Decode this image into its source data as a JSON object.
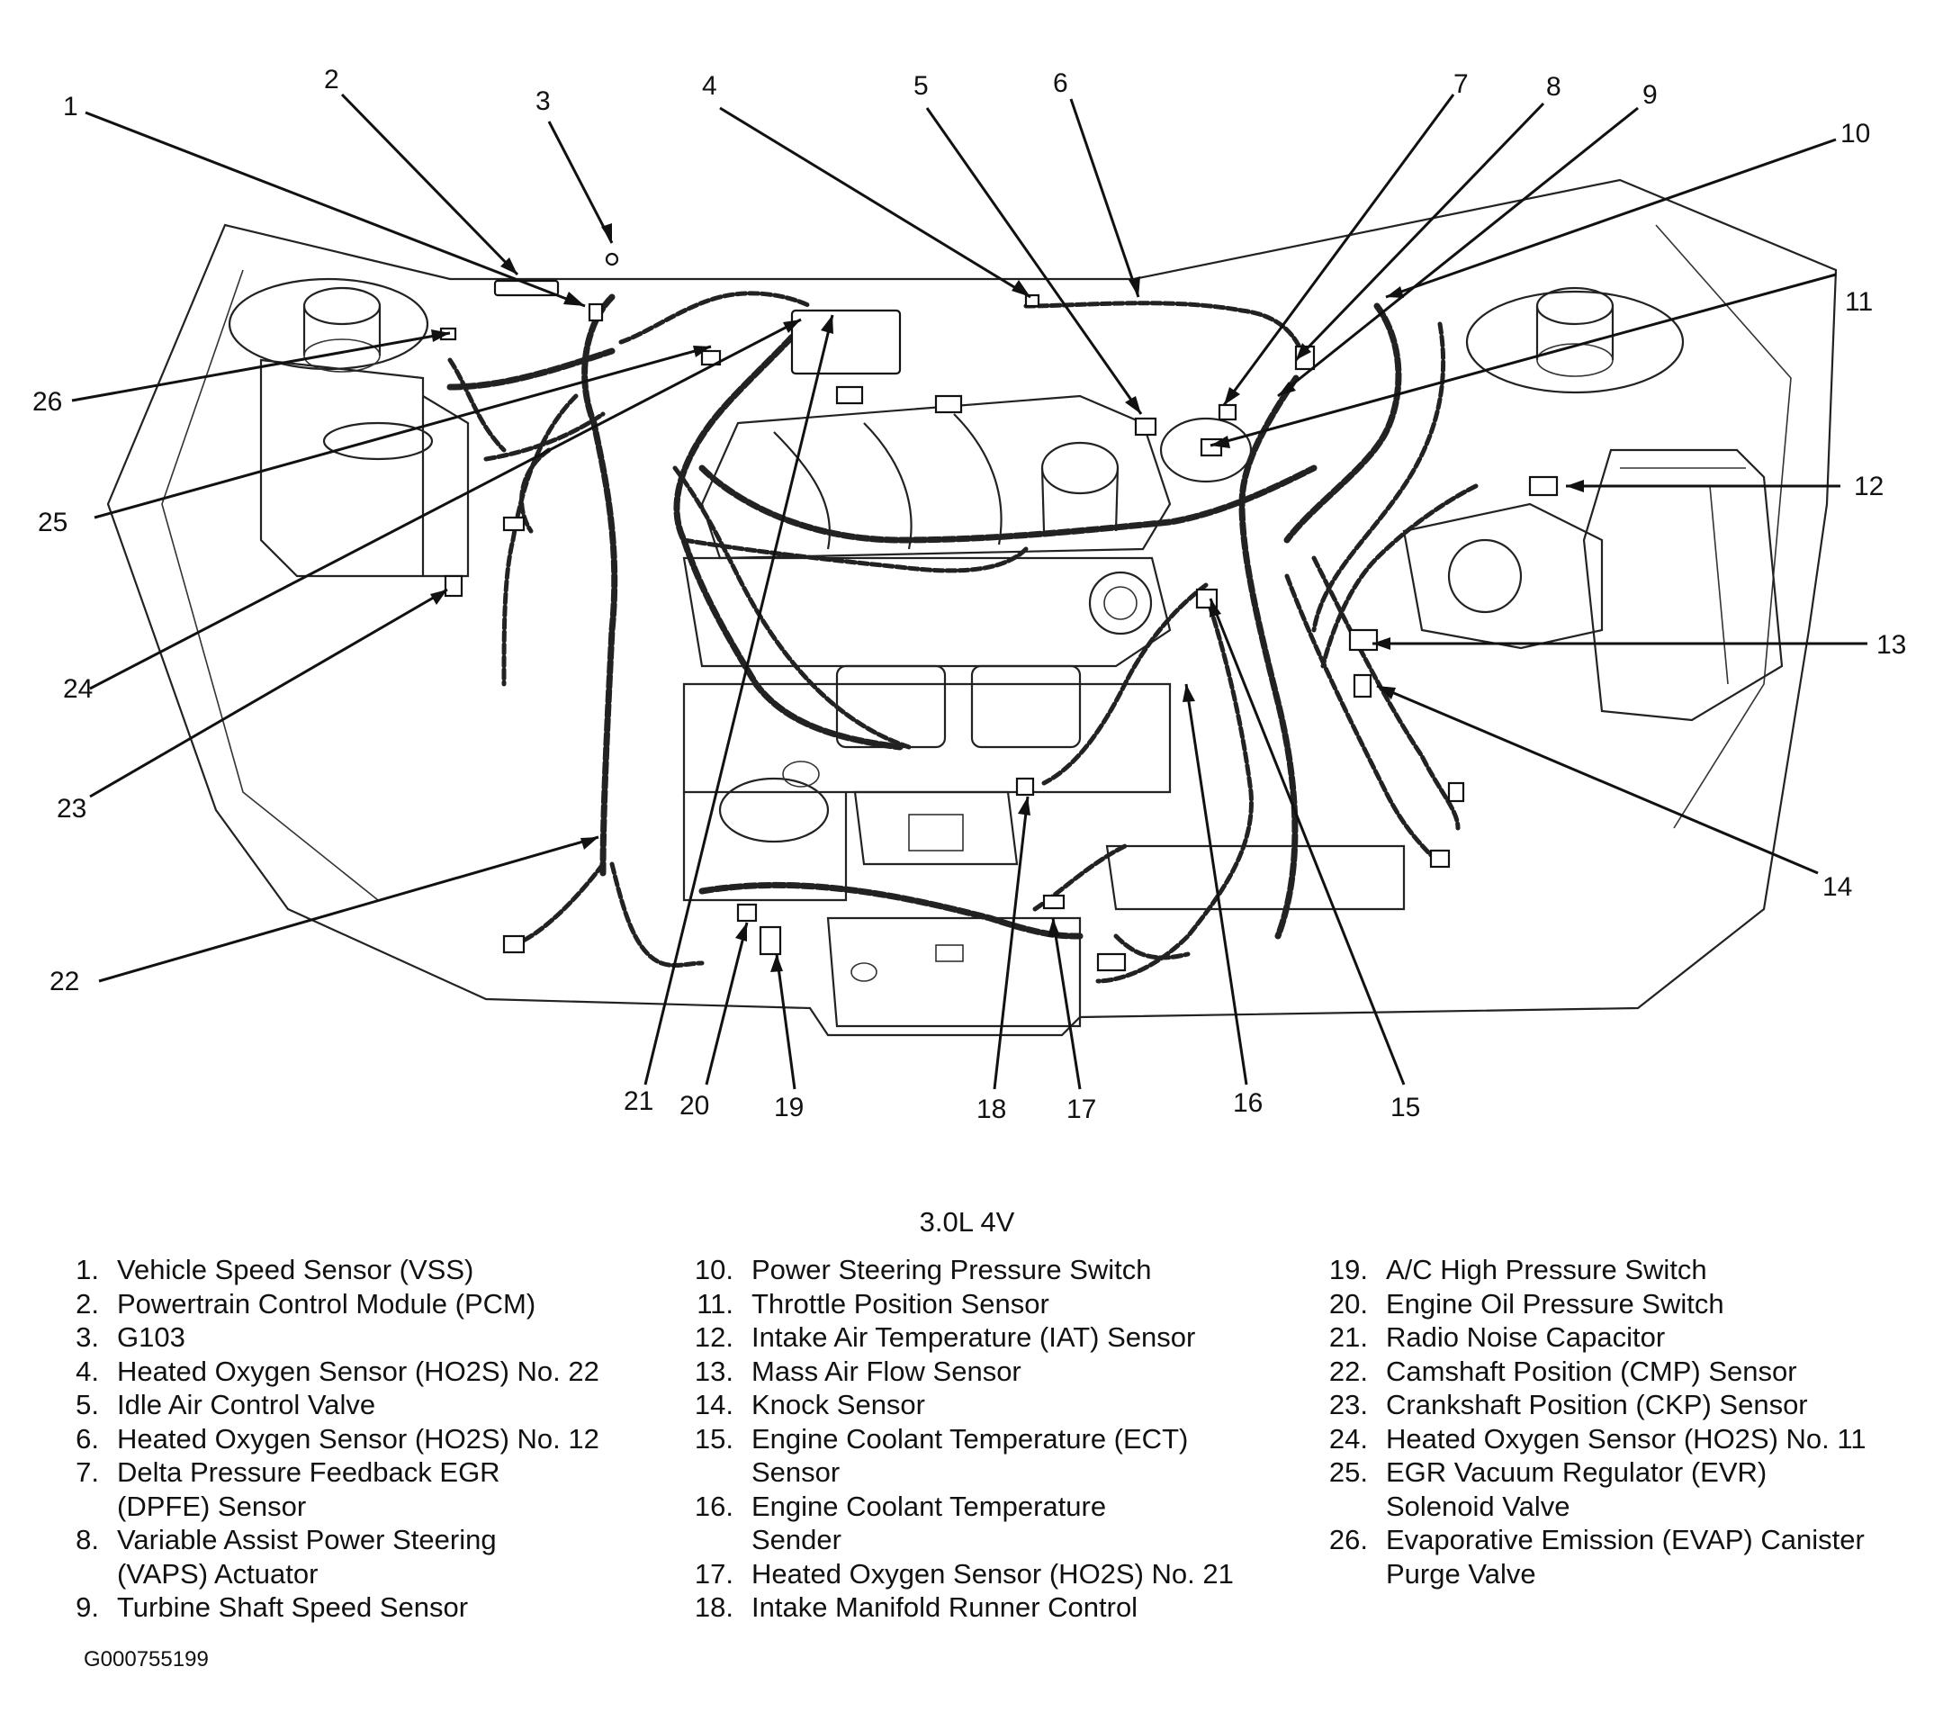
{
  "engine_title": "3.0L 4V",
  "figure_code": "G000755199",
  "callouts": [
    "1",
    "2",
    "3",
    "4",
    "5",
    "6",
    "7",
    "8",
    "9",
    "10",
    "11",
    "12",
    "13",
    "14",
    "15",
    "16",
    "17",
    "18",
    "19",
    "20",
    "21",
    "22",
    "23",
    "24",
    "25",
    "26"
  ],
  "legend": [
    {
      "num": "1.",
      "text": "Vehicle Speed Sensor (VSS)"
    },
    {
      "num": "2.",
      "text": "Powertrain Control Module (PCM)"
    },
    {
      "num": "3.",
      "text": "G103"
    },
    {
      "num": "4.",
      "text": "Heated Oxygen Sensor (HO2S) No. 22"
    },
    {
      "num": "5.",
      "text": "Idle Air Control Valve"
    },
    {
      "num": "6.",
      "text": "Heated Oxygen Sensor (HO2S) No. 12"
    },
    {
      "num": "7.",
      "text": "Delta Pressure Feedback EGR\n(DPFE) Sensor"
    },
    {
      "num": "8.",
      "text": "Variable Assist Power Steering\n(VAPS) Actuator"
    },
    {
      "num": "9.",
      "text": "Turbine Shaft Speed Sensor"
    },
    {
      "num": "10.",
      "text": "Power Steering Pressure Switch"
    },
    {
      "num": "11.",
      "text": "Throttle Position Sensor"
    },
    {
      "num": "12.",
      "text": "Intake Air Temperature (IAT) Sensor"
    },
    {
      "num": "13.",
      "text": "Mass Air Flow Sensor"
    },
    {
      "num": "14.",
      "text": "Knock Sensor"
    },
    {
      "num": "15.",
      "text": "Engine Coolant Temperature (ECT)\nSensor"
    },
    {
      "num": "16.",
      "text": "Engine Coolant Temperature\nSender"
    },
    {
      "num": "17.",
      "text": "Heated Oxygen Sensor (HO2S) No. 21"
    },
    {
      "num": "18.",
      "text": "Intake Manifold Runner Control"
    },
    {
      "num": "19.",
      "text": "A/C High Pressure Switch"
    },
    {
      "num": "20.",
      "text": "Engine Oil Pressure Switch"
    },
    {
      "num": "21.",
      "text": "Radio Noise Capacitor"
    },
    {
      "num": "22.",
      "text": "Camshaft Position (CMP) Sensor"
    },
    {
      "num": "23.",
      "text": "Crankshaft Position (CKP) Sensor"
    },
    {
      "num": "24.",
      "text": "Heated Oxygen Sensor (HO2S) No. 11"
    },
    {
      "num": "25.",
      "text": "EGR Vacuum Regulator (EVR)\nSolenoid Valve"
    },
    {
      "num": "26.",
      "text": "Evaporative Emission (EVAP) Canister\nPurge Valve"
    }
  ]
}
